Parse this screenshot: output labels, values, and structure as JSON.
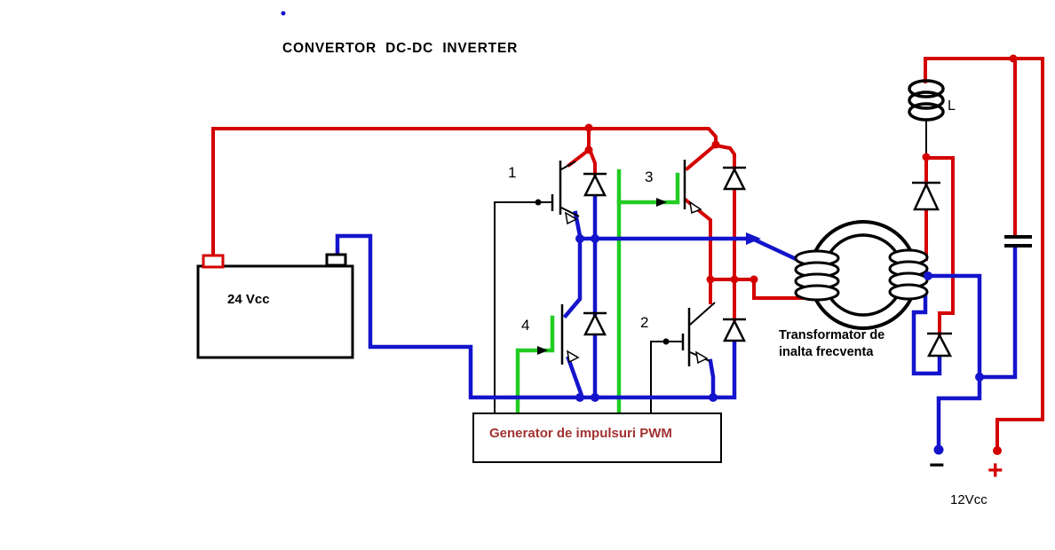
{
  "title": "CONVERTOR  DC-DC  INVERTER",
  "colors": {
    "background": "#ffffff",
    "wire_positive": "#d40000",
    "wire_negative": "#1414cc",
    "wire_gate": "#22cc22",
    "component": "#000000",
    "pwm_label": "#a23232"
  },
  "battery": {
    "label": "24 Vcc"
  },
  "bridge": {
    "transistor_labels": {
      "t1": "1",
      "t2": "2",
      "t3": "3",
      "t4": "4"
    }
  },
  "pwm_generator": {
    "label": "Generator de impulsuri PWM"
  },
  "transformer": {
    "label_line1": "Transformator de",
    "label_line2": "inalta frecventa"
  },
  "inductor": {
    "label": "L"
  },
  "output": {
    "voltage_label": "12Vcc",
    "minus_label": "−",
    "plus_label": "+"
  }
}
